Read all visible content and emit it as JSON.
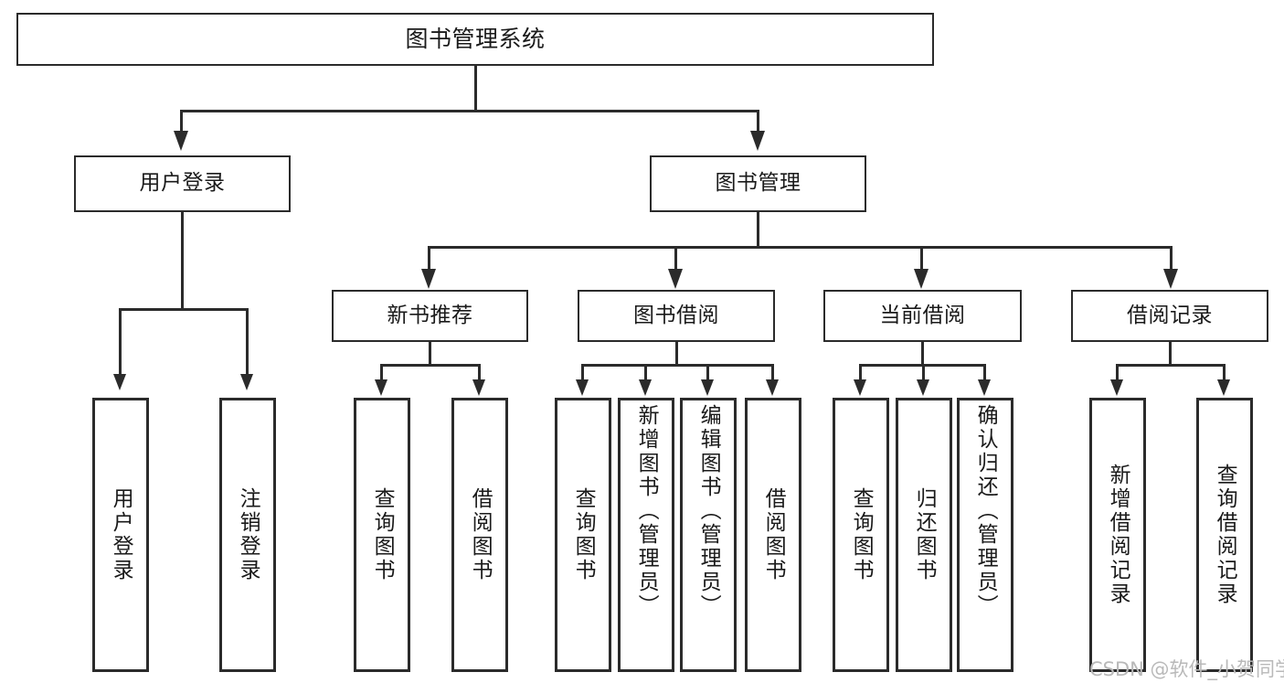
{
  "diagram": {
    "type": "tree",
    "title": "图书管理系统",
    "watermark": "CSDN @软件_小贺同学",
    "colors": {
      "stroke": "#2b2b2b",
      "fill": "#ffffff",
      "text": "#1a1a1a",
      "watermark": "#b9b9b9"
    },
    "root": {
      "label": "图书管理系统"
    },
    "level2": [
      {
        "label": "用户登录"
      },
      {
        "label": "图书管理"
      }
    ],
    "level3": [
      {
        "label": "新书推荐"
      },
      {
        "label": "图书借阅"
      },
      {
        "label": "当前借阅"
      },
      {
        "label": "借阅记录"
      }
    ],
    "leaves": {
      "user_login": [
        {
          "label": "用户登录"
        },
        {
          "label": "注销登录"
        }
      ],
      "new_book": [
        {
          "label": "查询图书"
        },
        {
          "label": "借阅图书"
        }
      ],
      "borrow_book": [
        {
          "label": "查询图书"
        },
        {
          "label": "新增图书（管理员）"
        },
        {
          "label": "编辑图书（管理员）"
        },
        {
          "label": "借阅图书"
        }
      ],
      "current_borrow": [
        {
          "label": "查询图书"
        },
        {
          "label": "归还图书"
        },
        {
          "label": "确认归还（管理员）"
        }
      ],
      "borrow_record": [
        {
          "label": "新增借阅记录"
        },
        {
          "label": "查询借阅记录"
        }
      ]
    }
  }
}
